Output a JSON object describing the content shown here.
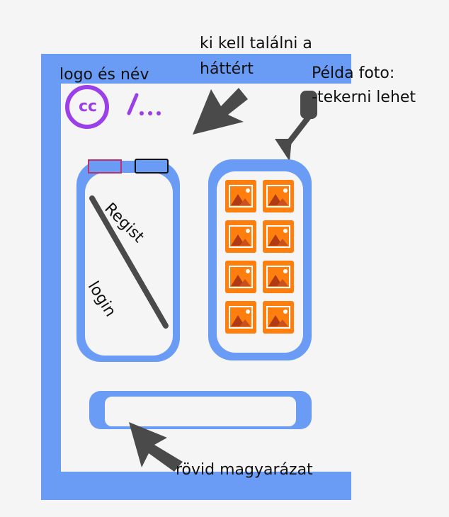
{
  "annotations": {
    "logo_and_name": "logo és név",
    "background_line1": "ki kell találni a",
    "background_line2": "háttért",
    "example_photo_line1": "Példa foto:",
    "example_photo_line2": "-tekerni lehet",
    "short_explanation": "rövid magyarázat"
  },
  "logo": {
    "mark_text": "cc",
    "name_placeholder": "/..."
  },
  "auth_panel": {
    "regist_label": "Regist",
    "login_label": "login"
  },
  "photo_grid": {
    "columns": 2,
    "rows": 4,
    "icon": "image-icon"
  },
  "colors": {
    "frame_blue": "#6b9cf5",
    "accent_purple": "#9b3fe8",
    "photo_orange": "#ff7f0e",
    "arrow_gray": "#4a4a4a",
    "tab_pink": "#c0306a",
    "tab_dark": "#111111"
  }
}
